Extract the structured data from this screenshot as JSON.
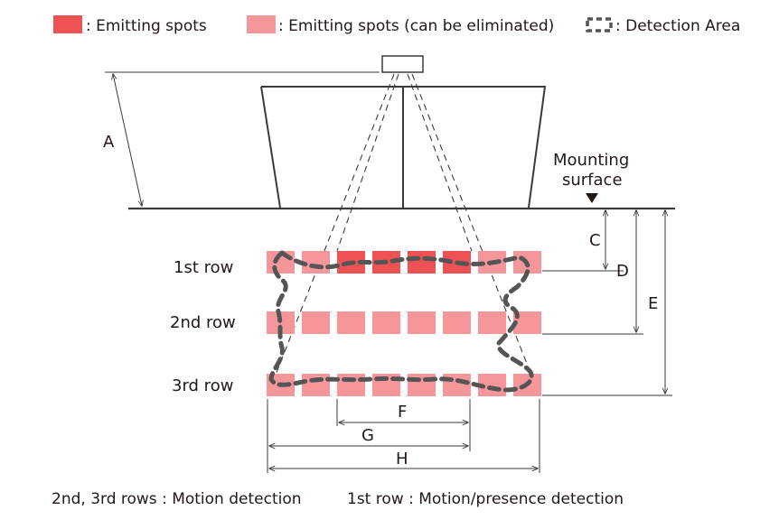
{
  "legend": {
    "emitting_label": ": Emitting spots",
    "eliminable_label": ": Emitting spots (can be eliminated)",
    "detection_label": ": Detection Area",
    "colors": {
      "emitting": "#ee5255",
      "eliminable": "#f5979a",
      "detection_outline": "#555555"
    }
  },
  "diagram": {
    "mounting_surface_line1": "Mounting",
    "mounting_surface_line2": "surface",
    "rows": [
      "1st row",
      "2nd row",
      "3rd row"
    ],
    "dims": {
      "A": "A",
      "C": "C",
      "D": "D",
      "E": "E",
      "F": "F",
      "G": "G",
      "H": "H"
    }
  },
  "footer": {
    "left": "2nd, 3rd rows : Motion detection",
    "right": "1st row : Motion/presence detection"
  }
}
